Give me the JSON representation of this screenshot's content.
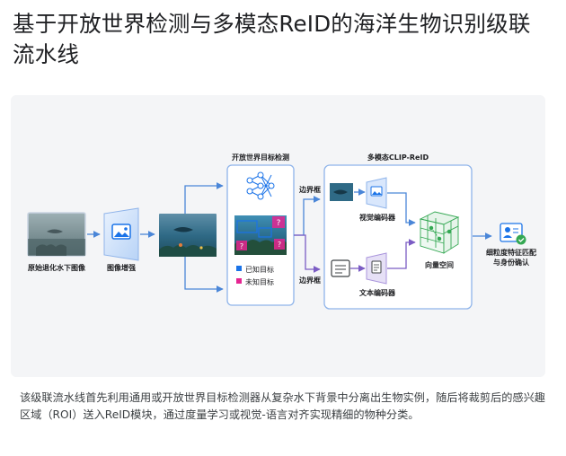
{
  "title": "基于开放世界检测与多模态ReID的海洋生物识别级联流水线",
  "caption": "该级联流水线首先利用通用或开放世界目标检测器从复杂水下背景中分离出生物实例，随后将裁剪后的感兴趣区域（ROI）送入ReID模块，通过度量学习或视觉-语言对齐实现精细的物种分类。",
  "diagram": {
    "input_label": "原始退化水下图像",
    "enhance_label": "图像增强",
    "detect_title": "开放世界目标检测",
    "legend_known": "已知目标",
    "legend_unknown": "未知目标",
    "bbox_label_top": "边界框",
    "bbox_label_bottom": "边界框",
    "reid_title": "多模态CLIP-ReID",
    "visual_encoder": "视觉编码器",
    "text_encoder": "文本编码器",
    "vector_space": "向量空间",
    "output_label_line1": "细粒度特征匹配",
    "output_label_line2": "与身份确认",
    "unknown_mark": "?",
    "colors": {
      "accent_blue": "#1a73e8",
      "known_blue": "#1a73e8",
      "unknown_magenta": "#e52592",
      "green": "#34a853",
      "arrow_blue": "#4a86d8",
      "arrow_purple": "#7b5cc4"
    }
  }
}
